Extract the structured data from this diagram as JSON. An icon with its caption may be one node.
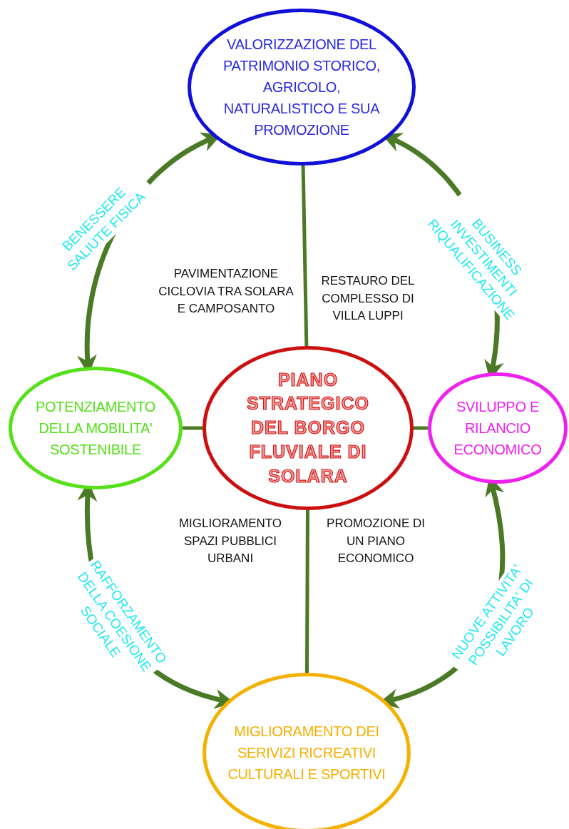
{
  "diagram": {
    "nodes": [
      {
        "text": [
          "VALORIZZAZIONE DEL PATRIMONIO STORICO, AGRICOLO, NATURALISTICO E SUA PROMOZIONE"
        ]
      },
      {
        "text": [
          "POTENZIAMENTO DELLA MOBILITA' SOSTENIBILE"
        ]
      },
      {
        "text": [
          "PIANO STRATEGICO DEL BORGO FLUVIALE DI SOLARA"
        ]
      },
      {
        "text": [
          "SVILUPPO E RILANCIO ECONOMICO"
        ]
      },
      {
        "text": [
          "MIGLIORAMENTO DEI SERIVIZI RICREATIVI CULTURALI E SPORTIVI"
        ]
      }
    ],
    "edges": [
      {
        "from": 1,
        "to": 0,
        "arrow": "both",
        "label": "BENESSERE SALIUTE FISICA"
      },
      {
        "from": 3,
        "to": 0,
        "arrow": "both",
        "label": "BUSINESS INVESTIMENTI RIQUALIFICAZIONE"
      },
      {
        "from": 1,
        "to": 4,
        "arrow": "both",
        "label": "RAFFORZAMENTO DELLA COESIONE SOCIALE"
      },
      {
        "from": 3,
        "to": 4,
        "arrow": "both",
        "label": "NUOVE ATTIVITA' POSSIBILITA' DI LAVORO"
      },
      {
        "from": 2,
        "to": 0,
        "arrow": "none"
      },
      {
        "from": 2,
        "to": 1,
        "arrow": "none"
      },
      {
        "from": 2,
        "to": 3,
        "arrow": "none"
      },
      {
        "from": 2,
        "to": 4,
        "arrow": "none"
      }
    ],
    "labels": [
      "PAVIMENTAZIONE CICLOVIA TRA SOLARA E CAMPOSANTO",
      "RESTAURO DEL COMPLESSO DI VILLA LUPPI",
      "MIGLIORAMENTO SPAZI PUBBLICI URBANI",
      "PROMOZIONE DI UN PIANO ECONOMICO"
    ]
  }
}
